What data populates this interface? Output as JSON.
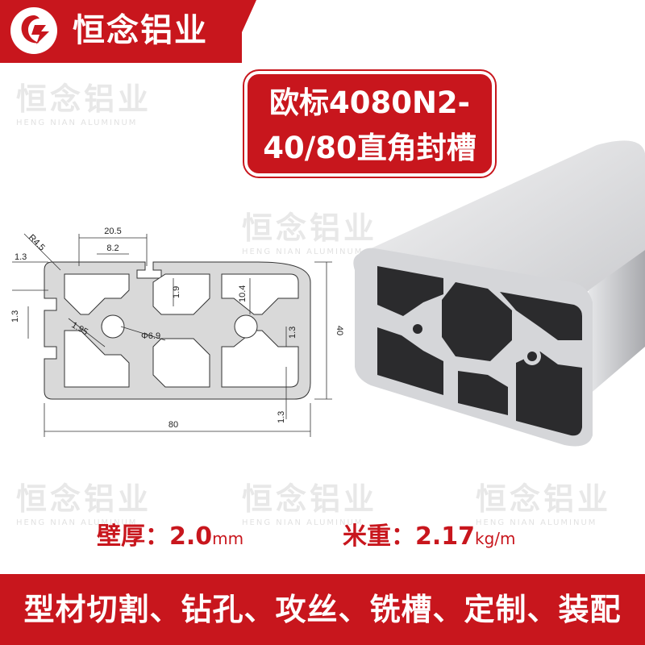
{
  "brand": {
    "logo_icon": "hengnian-logo-icon",
    "name": "恒念铝业"
  },
  "title": {
    "line1": "欧标4080N2-",
    "line2": "40/80直角封槽"
  },
  "watermark": {
    "cn": "恒念铝业",
    "en": "HENG NIAN ALUMINUM"
  },
  "drawing": {
    "dim_width": "80",
    "dim_height": "40",
    "dim_slot_top": "20.5",
    "dim_slot_opening": "8.2",
    "dim_radius": "R4.5",
    "dim_13_left_top": "1.3",
    "dim_13_left_mid": "1.3",
    "dim_13_right_mid": "1.3",
    "dim_13_right_bottom": "1.3",
    "dim_19": "1.9",
    "dim_104": "10.4",
    "dim_195": "1.95",
    "dim_hole": "Φ6.9"
  },
  "specs": {
    "wall_label": "壁厚：2.0",
    "wall_unit": "mm",
    "weight_label": "米重：2.17",
    "weight_unit": "kg/m"
  },
  "services": "型材切割、钻孔、攻丝、铣槽、定制、装配",
  "colors": {
    "brand_red": "#c8161d",
    "background": "#ffffff",
    "drawing_gray": "#d8d8d8",
    "aluminum_light": "#dcdde0",
    "aluminum_dark": "#2a2a2c"
  }
}
